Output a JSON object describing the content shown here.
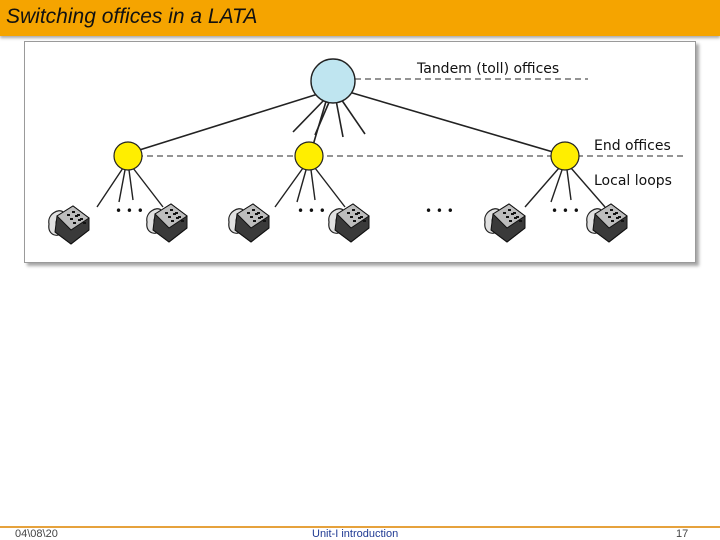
{
  "slide": {
    "title": "Switching offices in a LATA"
  },
  "diagram": {
    "labels": {
      "tandem": "Tandem (toll) offices",
      "end_offices": "End offices",
      "local_loops": "Local loops"
    },
    "ellipsis": "• • •",
    "colors": {
      "tandem_node": "#bfe5f0",
      "end_node": "#ffee00",
      "dashed_line": "#707070",
      "title_bar": "#f5a400",
      "footer_line": "#e6a23c"
    },
    "icons": [
      "tandem-office-node",
      "end-office-node",
      "telephone-icon"
    ]
  },
  "footer": {
    "date": "04\\08\\20",
    "center": "Unit-I introduction",
    "page": "17"
  }
}
